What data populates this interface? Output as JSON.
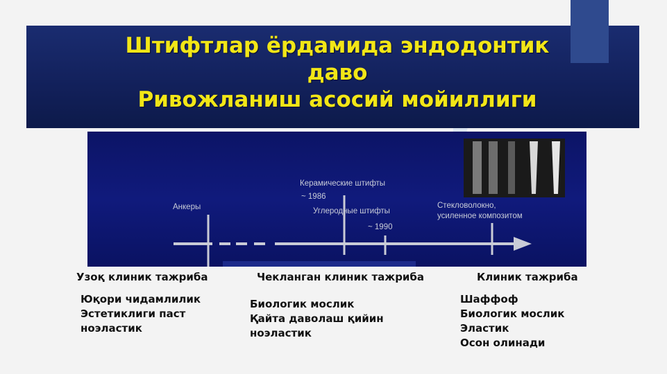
{
  "title_lines": [
    "Штифтлар ёрдамида эндодонтик",
    "даво",
    "Ривожланиш асосий мойиллиги"
  ],
  "timeline": {
    "labels": {
      "ankers": "Анкеры",
      "ceramic": "Керамические штифты",
      "ceramic_year": "~ 1986",
      "carbon": "Углеродные штифты",
      "carbon_year": "~ 1990",
      "fiberglass_line1": "Стекловолокно,",
      "fiberglass_line2": "усиленное композитом"
    }
  },
  "columns": [
    {
      "heading": "Узоқ клиник тажриба",
      "items": [
        "Юқори чидамлилик",
        "Эстетиклиги паст",
        "ноэластик"
      ]
    },
    {
      "heading": "Чекланган клиник тажриба",
      "items": [
        "Биологик мослик",
        "Қайта даволаш қийин",
        "ноэластик"
      ]
    },
    {
      "heading": "Клиник тажриба",
      "items": [
        "Шаффоф",
        "Биологик мослик",
        "Эластик",
        "Осон олинади"
      ]
    }
  ],
  "colors": {
    "banner": "#12205a",
    "title": "#f2e617",
    "timeline_bg": "#101a7c"
  }
}
